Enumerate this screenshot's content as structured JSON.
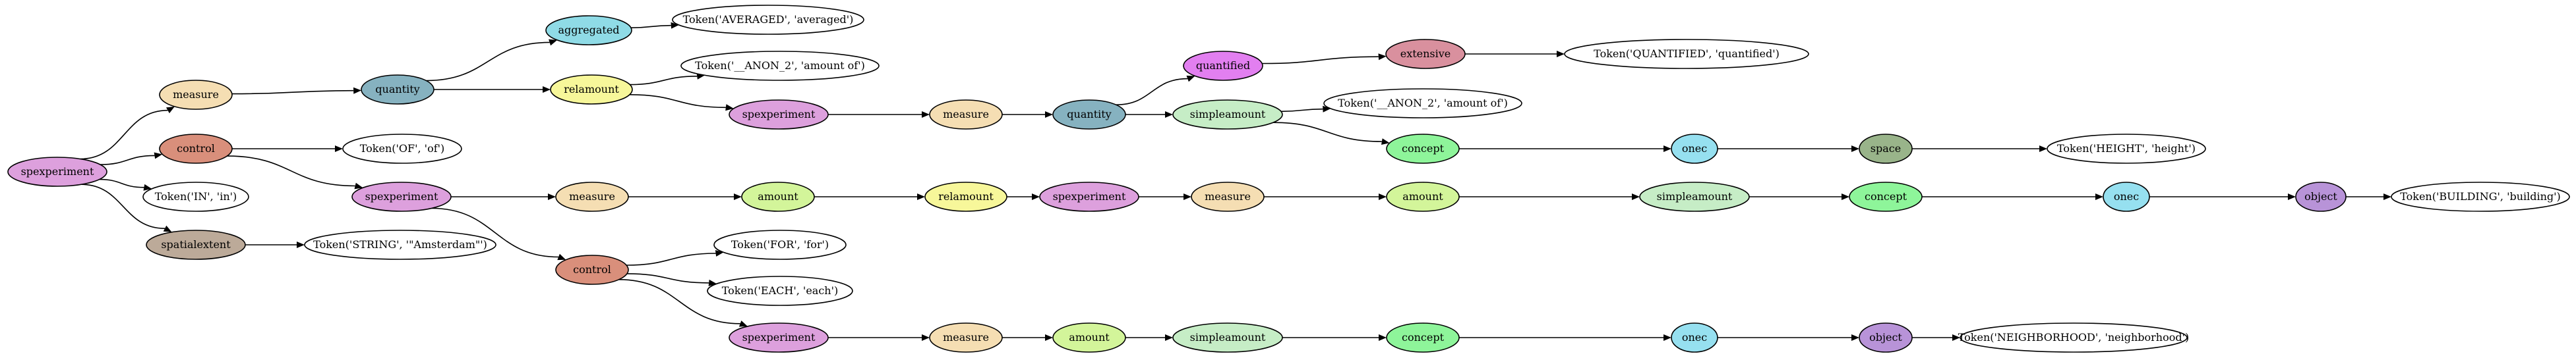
{
  "colors": {
    "spexperiment": "#dda0dd",
    "measure": "#f5deb3",
    "control": "#d98f7b",
    "spatialextent": "#bcaa99",
    "quantity": "#86b2c0",
    "aggregated": "#8fdbe6",
    "relamount": "#f7f79a",
    "quantified": "#e27ff0",
    "extensive": "#d9909e",
    "simpleamount": "#c6edc6",
    "concept": "#8ef59a",
    "onec": "#96e0f0",
    "space": "#99b48a",
    "amount": "#d3f59a",
    "object": "#b893d8",
    "token": "#ffffff"
  },
  "nodes": [
    {
      "id": "n0",
      "label": "spexperiment",
      "type": "spexperiment"
    },
    {
      "id": "n1",
      "label": "measure",
      "type": "measure"
    },
    {
      "id": "n2",
      "label": "quantity",
      "type": "quantity"
    },
    {
      "id": "n3",
      "label": "aggregated",
      "type": "aggregated"
    },
    {
      "id": "n4",
      "label": "Token('AVERAGED', 'averaged')",
      "type": "token"
    },
    {
      "id": "n5",
      "label": "relamount",
      "type": "relamount"
    },
    {
      "id": "n6",
      "label": "Token('__ANON_2', 'amount of')",
      "type": "token"
    },
    {
      "id": "n7",
      "label": "spexperiment",
      "type": "spexperiment"
    },
    {
      "id": "n8",
      "label": "measure",
      "type": "measure"
    },
    {
      "id": "n9",
      "label": "quantity",
      "type": "quantity"
    },
    {
      "id": "n10",
      "label": "quantified",
      "type": "quantified"
    },
    {
      "id": "n11",
      "label": "extensive",
      "type": "extensive"
    },
    {
      "id": "n12",
      "label": "Token('QUANTIFIED', 'quantified')",
      "type": "token"
    },
    {
      "id": "n13",
      "label": "simpleamount",
      "type": "simpleamount"
    },
    {
      "id": "n14",
      "label": "Token('__ANON_2', 'amount of')",
      "type": "token"
    },
    {
      "id": "n15",
      "label": "concept",
      "type": "concept"
    },
    {
      "id": "n16",
      "label": "onec",
      "type": "onec"
    },
    {
      "id": "n17",
      "label": "space",
      "type": "space"
    },
    {
      "id": "n18",
      "label": "Token('HEIGHT', 'height')",
      "type": "token"
    },
    {
      "id": "n19",
      "label": "control",
      "type": "control"
    },
    {
      "id": "n20",
      "label": "Token('OF', 'of')",
      "type": "token"
    },
    {
      "id": "n21",
      "label": "spexperiment",
      "type": "spexperiment"
    },
    {
      "id": "n22",
      "label": "measure",
      "type": "measure"
    },
    {
      "id": "n23",
      "label": "amount",
      "type": "amount"
    },
    {
      "id": "n24",
      "label": "relamount",
      "type": "relamount"
    },
    {
      "id": "n25",
      "label": "spexperiment",
      "type": "spexperiment"
    },
    {
      "id": "n26",
      "label": "measure",
      "type": "measure"
    },
    {
      "id": "n27",
      "label": "amount",
      "type": "amount"
    },
    {
      "id": "n28",
      "label": "simpleamount",
      "type": "simpleamount"
    },
    {
      "id": "n29",
      "label": "concept",
      "type": "concept"
    },
    {
      "id": "n30",
      "label": "onec",
      "type": "onec"
    },
    {
      "id": "n31",
      "label": "object",
      "type": "object"
    },
    {
      "id": "n32",
      "label": "Token('BUILDING', 'building')",
      "type": "token"
    },
    {
      "id": "n33",
      "label": "control",
      "type": "control"
    },
    {
      "id": "n34",
      "label": "Token('FOR', 'for')",
      "type": "token"
    },
    {
      "id": "n35",
      "label": "Token('EACH', 'each')",
      "type": "token"
    },
    {
      "id": "n36",
      "label": "spexperiment",
      "type": "spexperiment"
    },
    {
      "id": "n37",
      "label": "measure",
      "type": "measure"
    },
    {
      "id": "n38",
      "label": "amount",
      "type": "amount"
    },
    {
      "id": "n39",
      "label": "simpleamount",
      "type": "simpleamount"
    },
    {
      "id": "n40",
      "label": "concept",
      "type": "concept"
    },
    {
      "id": "n41",
      "label": "onec",
      "type": "onec"
    },
    {
      "id": "n42",
      "label": "object",
      "type": "object"
    },
    {
      "id": "n43",
      "label": "Token('NEIGHBORHOOD', 'neighborhood')",
      "type": "token"
    },
    {
      "id": "n44",
      "label": "Token('IN', 'in')",
      "type": "token"
    },
    {
      "id": "n45",
      "label": "spatialextent",
      "type": "spatialextent"
    },
    {
      "id": "n46",
      "label": "Token('STRING', '\"Amsterdam\"')",
      "type": "token"
    }
  ],
  "edges": [
    [
      "n0",
      "n1"
    ],
    [
      "n1",
      "n2"
    ],
    [
      "n2",
      "n3"
    ],
    [
      "n3",
      "n4"
    ],
    [
      "n2",
      "n5"
    ],
    [
      "n5",
      "n6"
    ],
    [
      "n5",
      "n7"
    ],
    [
      "n7",
      "n8"
    ],
    [
      "n8",
      "n9"
    ],
    [
      "n9",
      "n10"
    ],
    [
      "n10",
      "n11"
    ],
    [
      "n11",
      "n12"
    ],
    [
      "n9",
      "n13"
    ],
    [
      "n13",
      "n14"
    ],
    [
      "n13",
      "n15"
    ],
    [
      "n15",
      "n16"
    ],
    [
      "n16",
      "n17"
    ],
    [
      "n17",
      "n18"
    ],
    [
      "n0",
      "n19"
    ],
    [
      "n19",
      "n20"
    ],
    [
      "n19",
      "n21"
    ],
    [
      "n21",
      "n22"
    ],
    [
      "n22",
      "n23"
    ],
    [
      "n23",
      "n24"
    ],
    [
      "n24",
      "n25"
    ],
    [
      "n25",
      "n26"
    ],
    [
      "n26",
      "n27"
    ],
    [
      "n27",
      "n28"
    ],
    [
      "n28",
      "n29"
    ],
    [
      "n29",
      "n30"
    ],
    [
      "n30",
      "n31"
    ],
    [
      "n31",
      "n32"
    ],
    [
      "n21",
      "n33"
    ],
    [
      "n33",
      "n34"
    ],
    [
      "n33",
      "n35"
    ],
    [
      "n33",
      "n36"
    ],
    [
      "n36",
      "n37"
    ],
    [
      "n37",
      "n38"
    ],
    [
      "n38",
      "n39"
    ],
    [
      "n39",
      "n40"
    ],
    [
      "n40",
      "n41"
    ],
    [
      "n41",
      "n42"
    ],
    [
      "n42",
      "n43"
    ],
    [
      "n0",
      "n44"
    ],
    [
      "n0",
      "n45"
    ],
    [
      "n45",
      "n46"
    ]
  ]
}
